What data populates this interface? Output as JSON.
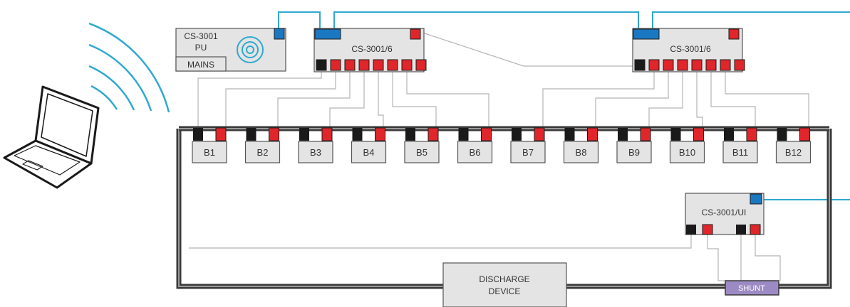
{
  "pu_unit": {
    "model": "CS-3001",
    "line2": "PU",
    "mains_label": "MAINS"
  },
  "monitors": [
    {
      "label": "CS-3001/6"
    },
    {
      "label": "CS-3001/6"
    }
  ],
  "ui_unit": {
    "label": "CS-3001/UI"
  },
  "batteries": [
    "B1",
    "B2",
    "B3",
    "B4",
    "B5",
    "B6",
    "B7",
    "B8",
    "B9",
    "B10",
    "B11",
    "B12"
  ],
  "discharge_device": {
    "line1": "DISCHARGE",
    "line2": "DEVICE"
  },
  "shunt": {
    "label": "SHUNT"
  },
  "colors": {
    "terminal_positive": "#e0262b",
    "terminal_negative": "#1a1a1a",
    "comm_port": "#1a78c2",
    "comm_line": "#2fa9cf",
    "unit_fill": "#e4e4e4",
    "shunt_fill": "#9c8ac4",
    "bus_line": "#3a3a3a",
    "sense_wire": "#b5b5b5"
  },
  "icons": {
    "laptop": "laptop-icon",
    "wireless": "wireless-signal-icon",
    "pu_status": "concentric-circles-icon"
  }
}
